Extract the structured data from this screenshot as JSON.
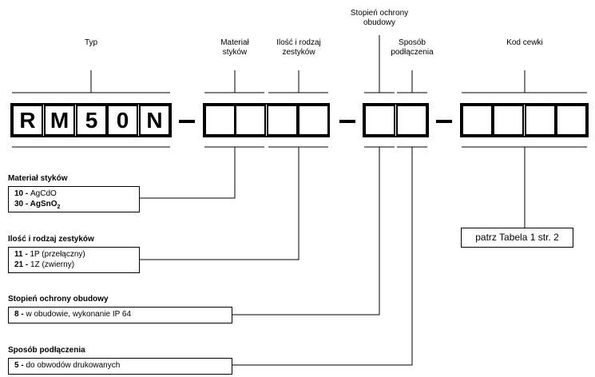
{
  "headers": {
    "typ": "Typ",
    "material": [
      "Materiał",
      "styków"
    ],
    "ilosc": [
      "Ilość i rodzaj",
      "zestyków"
    ],
    "stopien": [
      "Stopień ochrony",
      "obudowy"
    ],
    "sposob": [
      "Sposób",
      "podłączenia"
    ],
    "kod": "Kod cewki"
  },
  "code": {
    "chars": [
      "R",
      "M",
      "5",
      "0",
      "N"
    ],
    "separator": "–"
  },
  "legend": {
    "material": {
      "title": "Materiał styków",
      "rows": [
        {
          "code": "10",
          "text": "AgCdO"
        },
        {
          "code": "30",
          "text": "AgSnO",
          "sub": "2"
        }
      ]
    },
    "ilosc": {
      "title": "Ilość i rodzaj zestyków",
      "rows": [
        {
          "code": "11",
          "text": "1P (przełączny)"
        },
        {
          "code": "21",
          "text": "1Z (zwierny)"
        }
      ]
    },
    "stopien": {
      "title": "Stopień ochrony obudowy",
      "rows": [
        {
          "code": "8",
          "text": "w obudowie, wykonanie IP 64"
        }
      ]
    },
    "sposob": {
      "title": "Sposób podłączenia",
      "rows": [
        {
          "code": "5",
          "text": "do obwodów drukowanych"
        }
      ]
    }
  },
  "ref_box": "patrz Tabela 1  str. 2"
}
